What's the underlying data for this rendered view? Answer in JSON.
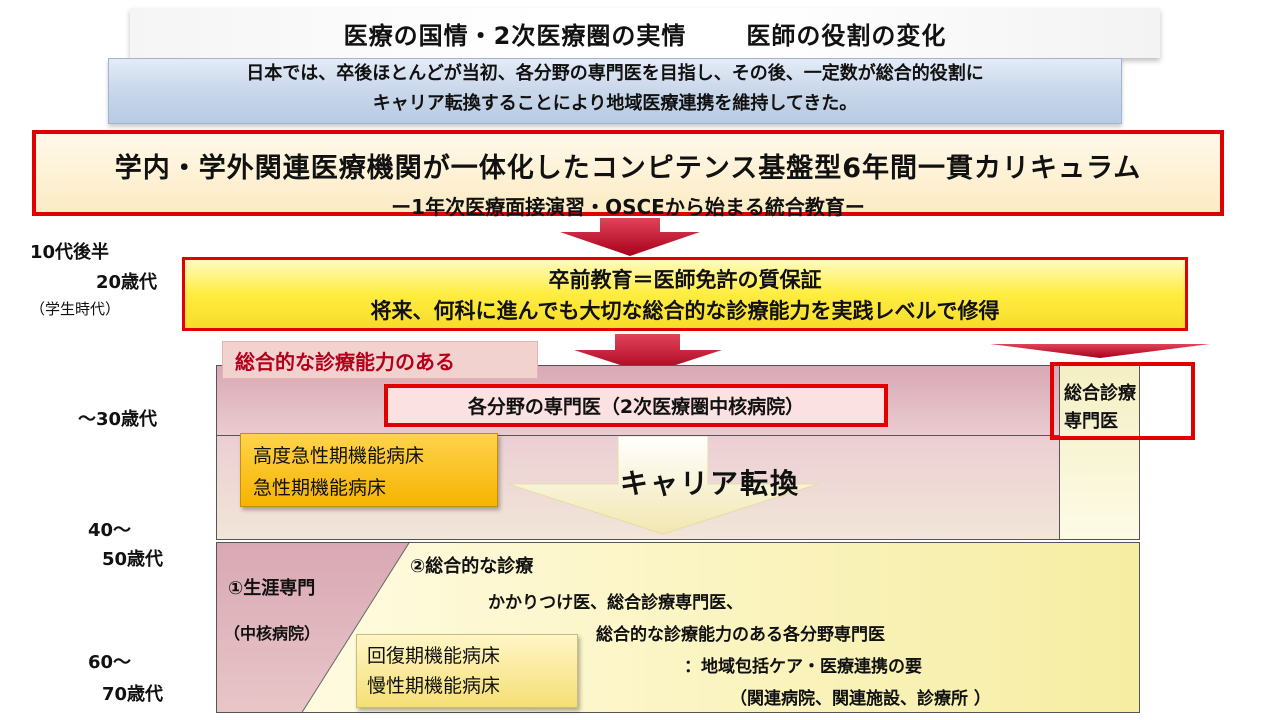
{
  "title": {
    "left": "医療の国情・2次医療圏の実情",
    "right": "医師の役割の変化"
  },
  "intro": {
    "line1": "日本では、卒後ほとんどが当初、各分野の専門医を目指し、その後、一定数が総合的役割に",
    "line2": "キャリア転換することにより地域医療連携を維持してきた。"
  },
  "curriculum": {
    "line1": "学内・学外関連医療機関が一体化したコンピテンス基盤型6年間一貫カリキュラム",
    "line2": "ー1年次医療面接演習・OSCEから始まる統合教育ー"
  },
  "ages": {
    "teens": "10代後半",
    "twenties": "20歳代",
    "student": "（学生時代）",
    "thirties": "～30歳代",
    "forties": "40～",
    "fifties": "50歳代",
    "sixties": "60～",
    "seventies": "70歳代"
  },
  "undergrad": {
    "line1": "卒前教育＝医師免許の質保証",
    "line2": "将来、何科に進んでも大切な総合的な診療能力を実践レベルで修得"
  },
  "general_label": "総合的な診療能力のある",
  "specialist": "各分野の専門医（2次医療圏中核病院）",
  "gp_specialist": {
    "line1": "総合診療",
    "line2": "専門医"
  },
  "acute_beds": {
    "line1": "高度急性期機能病床",
    "line2": "急性期機能病床"
  },
  "career_change": "キャリア転換",
  "lifelong": {
    "line1": "①生涯専門",
    "line2": "（中核病院）"
  },
  "general_practice": {
    "heading": "②総合的な診療",
    "line1": "かかりつけ医、総合診療専門医、",
    "line2": "総合的な診療能力のある各分野専門医",
    "line3": "：地域包括ケア・医療連携の要",
    "line4": "（関連病院、関連施設、診療所 ）"
  },
  "recovery_beds": {
    "line1": "回復期機能病床",
    "line2": "慢性期機能病床"
  },
  "colors": {
    "accent_red": "#e00000",
    "arrow_red": "#c8102e",
    "label_red": "#b4001a",
    "yellow": "#ffed40",
    "orange": "#f6b400",
    "pink": "#d9a8b4",
    "blue": "#c9d7ea"
  }
}
